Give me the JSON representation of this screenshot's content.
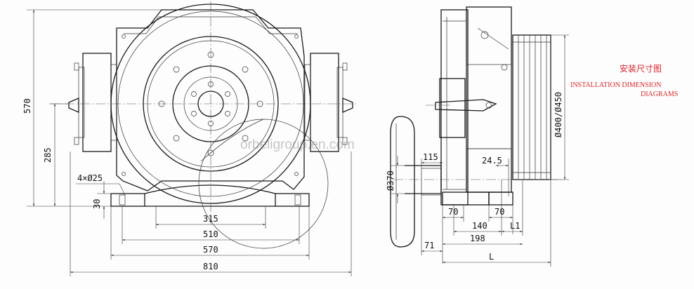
{
  "caption": {
    "cn_title": "安装尺寸图",
    "en_line1": "INSTALLATION DIMENSION",
    "en_line2": "DIAGRAMS",
    "color": "#d8262a"
  },
  "watermark": "orbeligroup.en.com",
  "front_view": {
    "height_total": "570",
    "shaft_height": "285",
    "base_height": "30",
    "hole_note": "4×Ø25",
    "width_315": "315",
    "width_510": "510",
    "width_570": "570",
    "width_810": "810"
  },
  "side_view": {
    "sheave_diameter": "Ø400/Ø450",
    "brake_diameter": "Ø370",
    "d_115": "115",
    "d_24_5": "24.5",
    "d_70_left": "70",
    "d_70_right": "70",
    "d_140": "140",
    "d_L1": "L1",
    "d_198": "198",
    "d_71": "71",
    "d_L": "L"
  }
}
